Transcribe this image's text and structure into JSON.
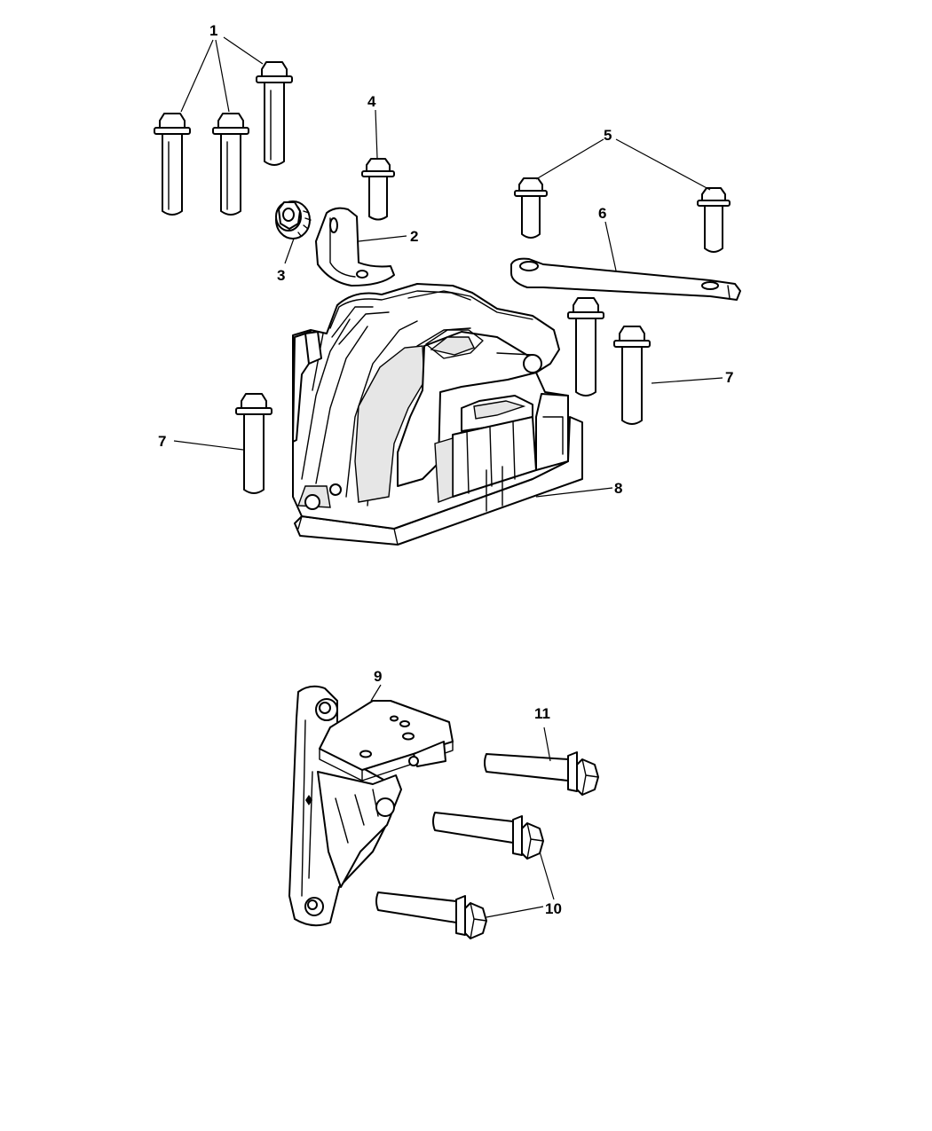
{
  "callouts": {
    "c1": "1",
    "c2": "2",
    "c3": "3",
    "c4": "4",
    "c5": "5",
    "c6": "6",
    "c7a": "7",
    "c7b": "7",
    "c8": "8",
    "c9": "9",
    "c10": "10",
    "c11": "11"
  }
}
